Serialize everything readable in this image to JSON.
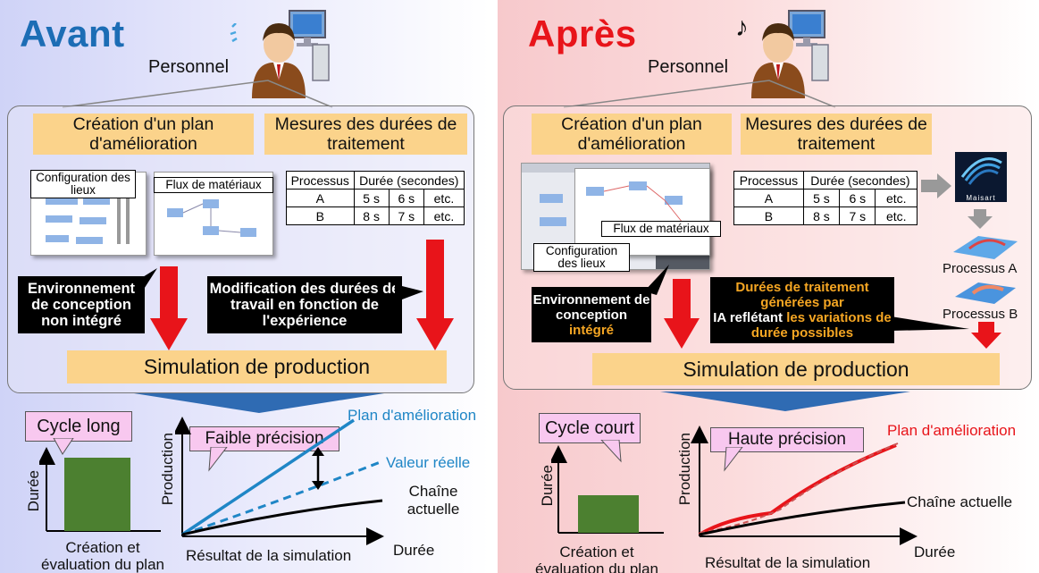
{
  "colors": {
    "avant": "#1c6db5",
    "apres": "#e8141a",
    "sim_box": "#fbd38b",
    "green_bar": "#4c8030",
    "plan_line_left": "#1f86c6",
    "plan_line_right": "#e8141a"
  },
  "left": {
    "title": "Avant",
    "person": "Personnel",
    "box_plan": "Création d'un plan d'amélioration",
    "box_mesures": "Mesures des durées de traitement",
    "label_config": "Configuration des lieux",
    "label_flux": "Flux de matériaux",
    "table": {
      "headers": [
        "Processus",
        "Durée (secondes)"
      ],
      "rows": [
        [
          "A",
          "5 s",
          "6 s",
          "etc."
        ],
        [
          "B",
          "8 s",
          "7 s",
          "etc."
        ]
      ]
    },
    "black1": "Environnement de conception non intégré",
    "black2": "Modification des durées de travail en fonction de l'expérience",
    "simulation": "Simulation de production",
    "cycle": "Cycle long",
    "precision": "Faible précision",
    "plan_line": "Plan d'amélioration",
    "real_line": "Valeur réelle",
    "chain_line": "Chaîne actuelle",
    "y_duree": "Durée",
    "y_production": "Production",
    "x_result": "Résultat de la simulation",
    "x_duree": "Durée",
    "creation": "Création et évaluation du plan"
  },
  "right": {
    "title": "Après",
    "person": "Personnel",
    "box_plan": "Création d'un plan d'amélioration",
    "box_mesures": "Mesures des durées de traitement",
    "label_config": "Configuration des lieux",
    "label_flux": "Flux de matériaux",
    "table": {
      "headers": [
        "Processus",
        "Durée (secondes)"
      ],
      "rows": [
        [
          "A",
          "5 s",
          "6 s",
          "etc."
        ],
        [
          "B",
          "8 s",
          "7 s",
          "etc."
        ]
      ]
    },
    "maisart": "Maisart",
    "proc_a": "Processus A",
    "proc_b": "Processus B",
    "black1_a": "Environnement de conception",
    "black1_b": "intégré",
    "black2_a": "Durées de traitement générées par",
    "black2_b": "IA reflétant",
    "black2_c": "les variations de durée possibles",
    "simulation": "Simulation de production",
    "cycle": "Cycle court",
    "precision": "Haute précision",
    "plan_line": "Plan d'amélioration",
    "chain_line": "Chaîne actuelle",
    "y_duree": "Durée",
    "y_production": "Production",
    "x_result": "Résultat de la simulation",
    "x_duree": "Durée",
    "creation": "Création et évaluation du plan"
  }
}
